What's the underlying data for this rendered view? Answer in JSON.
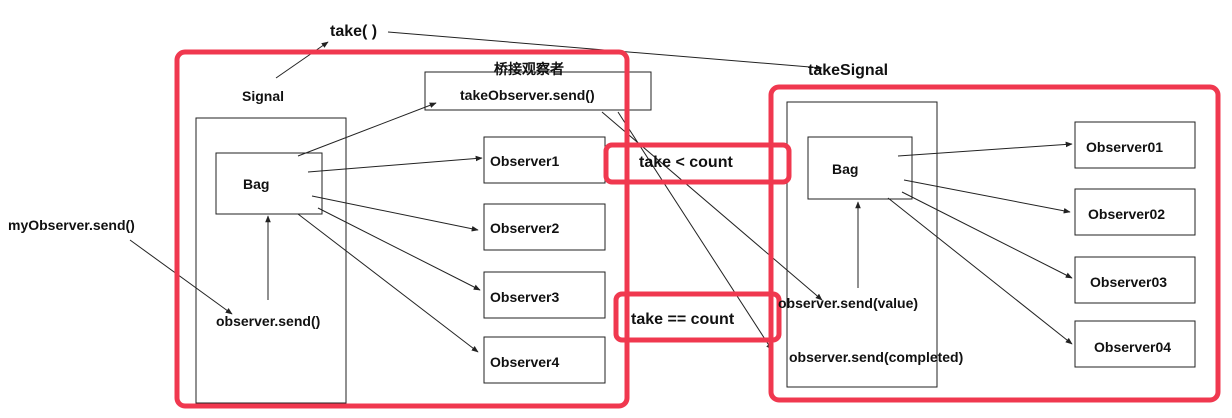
{
  "colors": {
    "highlight": "#f0384f",
    "line": "#222222",
    "text": "#111111"
  },
  "labels": {
    "take_call": "take( )",
    "take_signal": "takeSignal",
    "signal": "Signal",
    "bridge_observer": "桥接观察者",
    "my_observer_send": "myObserver.send()",
    "bag_left": "Bag",
    "bag_right": "Bag",
    "observer_send": "observer.send()",
    "observer_send_value": "observer.send(value)",
    "observer_send_completed": "observer.send(completed)"
  },
  "bridge": {
    "send": "takeObserver.send()"
  },
  "conditions": {
    "less": "take < count",
    "equal": "take == count"
  },
  "left_observers": [
    "Observer1",
    "Observer2",
    "Observer3",
    "Observer4"
  ],
  "right_observers": [
    "Observer01",
    "Observer02",
    "Observer03",
    "Observer04"
  ]
}
